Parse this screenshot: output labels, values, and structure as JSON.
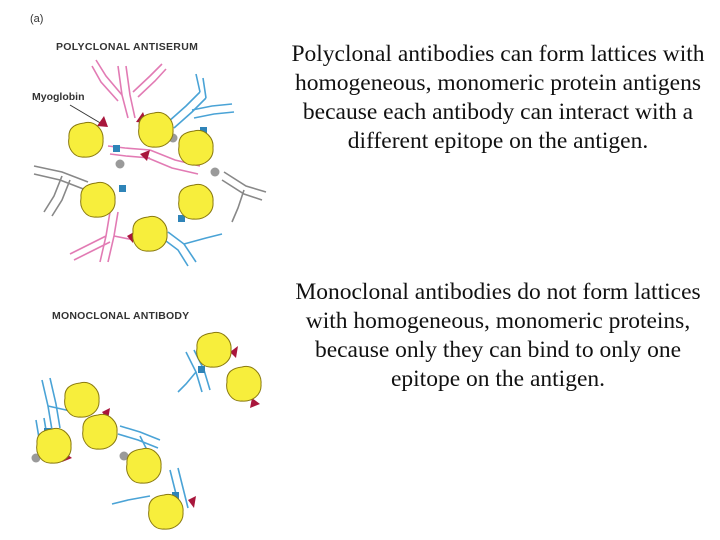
{
  "figure": {
    "panel_label": "(a)",
    "polyclonal_heading": "POLYCLONAL ANTISERUM",
    "myoglobin_label": "Myoglobin",
    "monoclonal_heading": "MONOCLONAL ANTIBODY",
    "colors": {
      "antigen_fill": "#f7ee3c",
      "antigen_stroke": "#8a7a10",
      "antibody_pink": "#e27bb4",
      "antibody_blue": "#4aa3d6",
      "antibody_gray": "#888888",
      "epitope_red": "#a8163c",
      "epitope_gray": "#9a9a9a",
      "epitope_blue": "#2f84b8"
    }
  },
  "captions": {
    "polyclonal": "Polyclonal antibodies can form lattices with homogeneous, monomeric protein antigens because each antibody can interact with a different epitope on the antigen.",
    "monoclonal": "Monoclonal antibodies do not form lattices with homogeneous, monomeric proteins, because only they can bind to only one epitope on the antigen."
  }
}
